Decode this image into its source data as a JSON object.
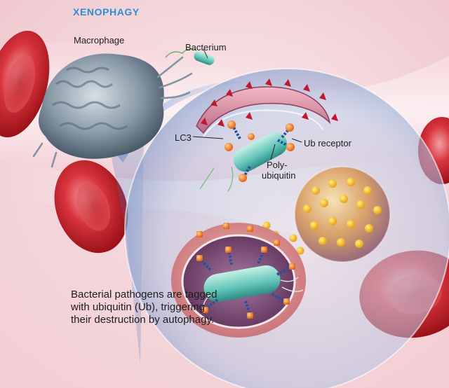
{
  "title": "XENOPHAGY",
  "labels": {
    "macrophage": "Macrophage",
    "bacterium": "Bacterium",
    "lc3": "LC3",
    "ub_receptor": "Ub receptor",
    "polyubiquitin_line1": "Poly-",
    "polyubiquitin_line2": "ubiquitin"
  },
  "caption": "Bacterial pathogens are tagged with ubiquitin (Ub), triggering their destruction by autophagy.",
  "colors": {
    "title_blue": "#2d8fd1",
    "blood_cell_red": "#c9242b",
    "lysosome_gold": "#e0a43a",
    "ubiquitin_orange": "#f07a1a",
    "lc3_red": "#c2162c",
    "bacterium_teal": "#5fc3b6"
  }
}
